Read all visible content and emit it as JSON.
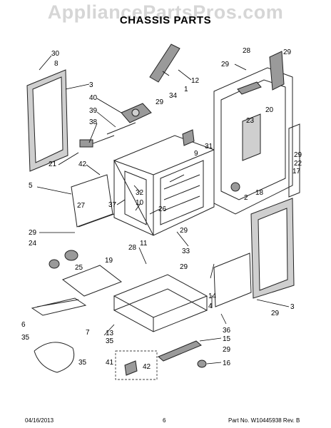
{
  "watermark": "AppliancePartsPros.com",
  "title": "CHASSIS PARTS",
  "footer": {
    "date": "04/16/2013",
    "page": "6",
    "part_no": "Part No. W10445938 Rev. B"
  },
  "callouts": [
    {
      "label": "30"
    },
    {
      "label": "8"
    },
    {
      "label": "3"
    },
    {
      "label": "40"
    },
    {
      "label": "39"
    },
    {
      "label": "38"
    },
    {
      "label": "21"
    },
    {
      "label": "42"
    },
    {
      "label": "5"
    },
    {
      "label": "32"
    },
    {
      "label": "37"
    },
    {
      "label": "10"
    },
    {
      "label": "27"
    },
    {
      "label": "26"
    },
    {
      "label": "29"
    },
    {
      "label": "24"
    },
    {
      "label": "19"
    },
    {
      "label": "25"
    },
    {
      "label": "28"
    },
    {
      "label": "11"
    },
    {
      "label": "33"
    },
    {
      "label": "6"
    },
    {
      "label": "35"
    },
    {
      "label": "7"
    },
    {
      "label": "13"
    },
    {
      "label": "35"
    },
    {
      "label": "35"
    },
    {
      "label": "41"
    },
    {
      "label": "42"
    },
    {
      "label": "12"
    },
    {
      "label": "1"
    },
    {
      "label": "34"
    },
    {
      "label": "29"
    },
    {
      "label": "31"
    },
    {
      "label": "9"
    },
    {
      "label": "28"
    },
    {
      "label": "29"
    },
    {
      "label": "29"
    },
    {
      "label": "20"
    },
    {
      "label": "23"
    },
    {
      "label": "29"
    },
    {
      "label": "22"
    },
    {
      "label": "17"
    },
    {
      "label": "2"
    },
    {
      "label": "18"
    },
    {
      "label": "29"
    },
    {
      "label": "14"
    },
    {
      "label": "4"
    },
    {
      "label": "36"
    },
    {
      "label": "3"
    },
    {
      "label": "29"
    },
    {
      "label": "15"
    },
    {
      "label": "29"
    },
    {
      "label": "16"
    },
    {
      "label": "29"
    }
  ]
}
